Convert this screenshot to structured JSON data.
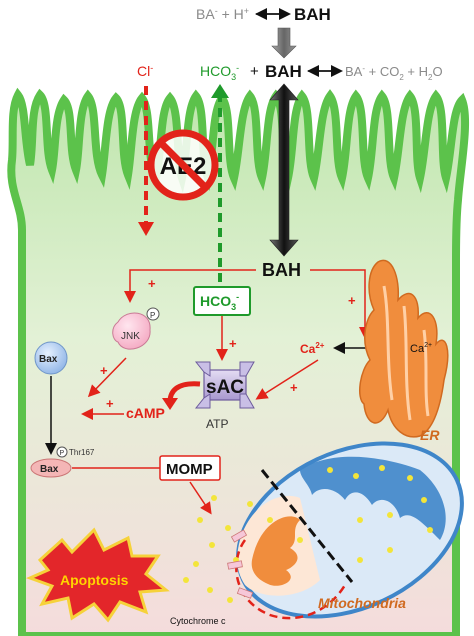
{
  "colors": {
    "red": "#e2231a",
    "green": "#1f9a2b",
    "grey_text": "#8a8a8a",
    "membrane_green": "#7dd36b",
    "cell_fill_top": "#c8eab8",
    "cell_fill_bottom": "#f6dedd",
    "er_orange": "#f08d3d",
    "mito_blue": "#3f86c9",
    "mito_orange": "#f08d3d",
    "explosion_red": "#e3262a",
    "explosion_yellow": "#f6d23a",
    "apoptosis_text": "#ffd400"
  },
  "equations": {
    "top_left": "BA",
    "top_left_sup": "-",
    "top_plus": " + H",
    "top_plus_sup": "+",
    "top_right": "BAH",
    "second_hco3": "HCO",
    "second_hco3_sub": "3",
    "second_hco3_sup": "-",
    "second_plus": " + ",
    "second_bah": "BAH",
    "second_right": "BA",
    "second_right_sup": "-",
    "second_right_rest1": " + CO",
    "second_right_sub": "2",
    "second_right_rest2": " + H",
    "second_right_sub2": "2",
    "second_right_rest3": "O"
  },
  "labels": {
    "cl": "Cl",
    "cl_sup": "-",
    "ae2": "AE2",
    "bah": "BAH",
    "hco3": "HCO",
    "hco3_sub": "3",
    "hco3_sup": "-",
    "jnk": "JNK",
    "p": "P",
    "bax": "Bax",
    "bax_p": "Bax",
    "thr167": "Thr167",
    "ca_cyt": "Ca",
    "ca_cyt_sup": "2+",
    "ca_er": "Ca",
    "ca_er_sup": "2+",
    "sac": "sAC",
    "camp": "cAMP",
    "atp": "ATP",
    "er": "ER",
    "momp": "MOMP",
    "apoptosis": "Apoptosis",
    "cytochrome": "Cytochrome c",
    "mitochondria": "Mitochondria",
    "plus": "+"
  }
}
